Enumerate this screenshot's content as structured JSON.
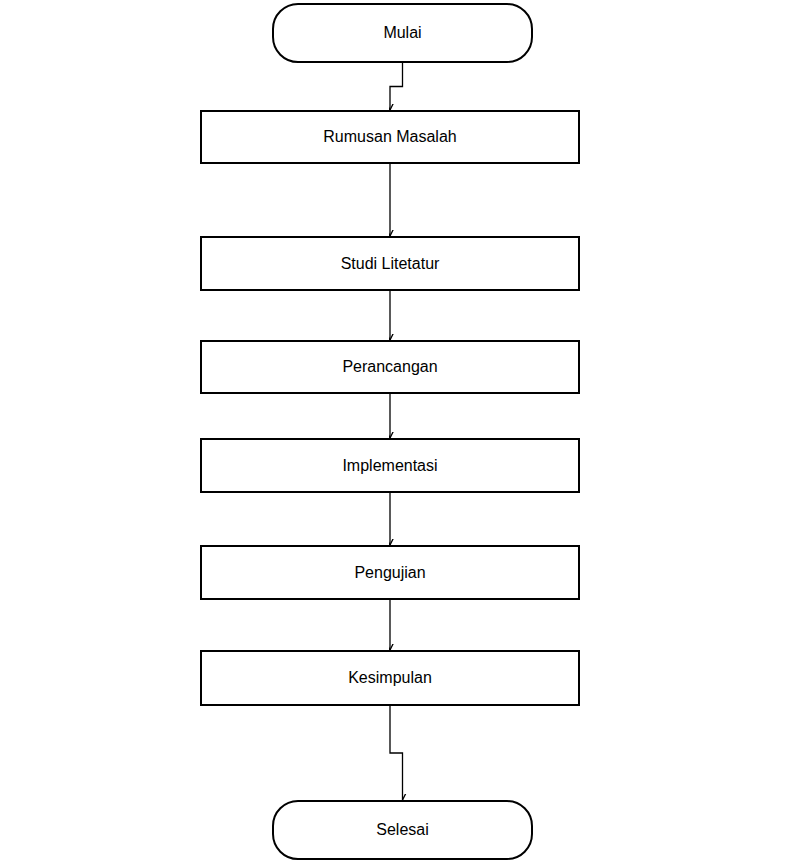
{
  "diagram": {
    "nodes": [
      {
        "text": [
          "Mulai"
        ]
      },
      {
        "text": [
          "Rumusan Masalah"
        ]
      },
      {
        "text": [
          "Studi Litetatur"
        ]
      },
      {
        "text": [
          "Perancangan"
        ]
      },
      {
        "text": [
          "Implementasi"
        ]
      },
      {
        "text": [
          "Pengujian"
        ]
      },
      {
        "text": [
          "Kesimpulan"
        ]
      },
      {
        "text": [
          "Selesai"
        ]
      }
    ],
    "edges": [
      {
        "from": 0,
        "to": 1,
        "arrow": "to"
      },
      {
        "from": 1,
        "to": 2,
        "arrow": "to"
      },
      {
        "from": 2,
        "to": 3,
        "arrow": "to"
      },
      {
        "from": 3,
        "to": 4,
        "arrow": "to"
      },
      {
        "from": 4,
        "to": 5,
        "arrow": "to"
      },
      {
        "from": 5,
        "to": 6,
        "arrow": "to"
      },
      {
        "from": 6,
        "to": 7,
        "arrow": "to"
      }
    ]
  }
}
